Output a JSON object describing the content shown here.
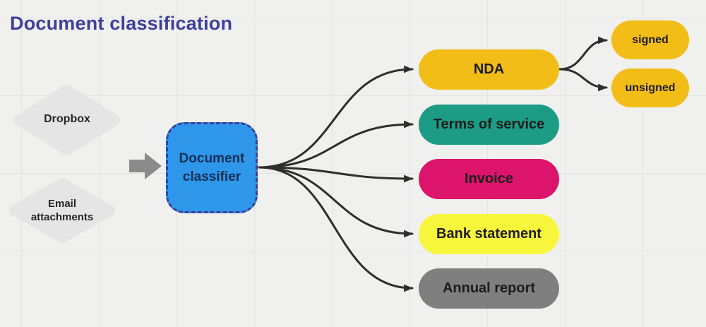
{
  "title": "Document classification",
  "colors": {
    "background": "#f0f0ef",
    "grid_line": "#e3e3e4",
    "title_text": "#3f3f9e",
    "source_diamond_fill": "#e5e5e5",
    "flow_arrow_fill": "#8b8b8b",
    "classifier_fill": "#2f97ea",
    "classifier_border": "#3c3f9e",
    "classifier_text": "#123055",
    "connector_stroke": "#2e2e2e",
    "nda": "#f2bd17",
    "terms_of_service": "#1d9c85",
    "invoice": "#dd146b",
    "bank_statement": "#f8f53d",
    "annual_report": "#7f7f7f",
    "signed": "#f2bd17",
    "unsigned": "#f2bd17"
  },
  "sources": {
    "dropbox": {
      "label": "Dropbox"
    },
    "email": {
      "line1": "Email",
      "line2": "attachments"
    }
  },
  "classifier": {
    "line1": "Document",
    "line2": "classifier"
  },
  "categories": [
    {
      "id": "nda",
      "label": "NDA",
      "color": "#f2bd17"
    },
    {
      "id": "terms",
      "label": "Terms of service",
      "color": "#1d9c85"
    },
    {
      "id": "invoice",
      "label": "Invoice",
      "color": "#dd146b"
    },
    {
      "id": "bank",
      "label": "Bank statement",
      "color": "#f8f53d"
    },
    {
      "id": "annual",
      "label": "Annual report",
      "color": "#7f7f7f"
    }
  ],
  "subcategories": [
    {
      "id": "signed",
      "label": "signed",
      "parent": "nda",
      "color": "#f2bd17"
    },
    {
      "id": "unsigned",
      "label": "unsigned",
      "parent": "nda",
      "color": "#f2bd17"
    }
  ],
  "edges": [
    {
      "from": "sources",
      "to": "document-classifier"
    },
    {
      "from": "document-classifier",
      "to": "nda"
    },
    {
      "from": "document-classifier",
      "to": "terms"
    },
    {
      "from": "document-classifier",
      "to": "invoice"
    },
    {
      "from": "document-classifier",
      "to": "bank"
    },
    {
      "from": "document-classifier",
      "to": "annual"
    },
    {
      "from": "nda",
      "to": "signed"
    },
    {
      "from": "nda",
      "to": "unsigned"
    }
  ]
}
